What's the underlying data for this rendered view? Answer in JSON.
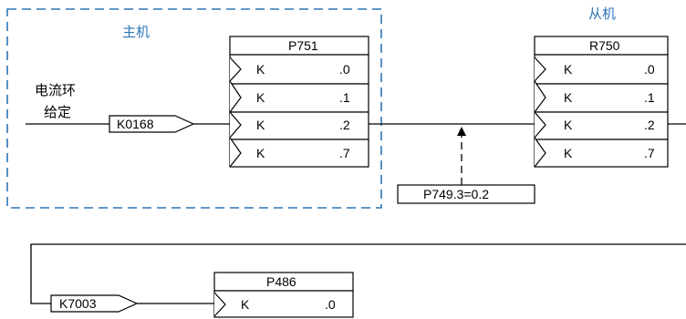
{
  "master": {
    "title": "主机",
    "color": "#2E75B6",
    "input_label_line1": "电流环",
    "input_label_line2": "给定",
    "connector": "K0168",
    "block": {
      "name": "P751",
      "rows": [
        {
          "left": "K",
          "right": ".0"
        },
        {
          "left": "K",
          "right": ".1"
        },
        {
          "left": "K",
          "right": ".2"
        },
        {
          "left": "K",
          "right": ".7"
        }
      ]
    }
  },
  "slave": {
    "title": "从机",
    "color": "#2E75B6",
    "block": {
      "name": "R750",
      "rows": [
        {
          "left": "K",
          "right": ".0"
        },
        {
          "left": "K",
          "right": ".1"
        },
        {
          "left": "K",
          "right": ".2"
        },
        {
          "left": "K",
          "right": ".7"
        }
      ]
    }
  },
  "parameter_box": "P749.3=0.2",
  "feedback": {
    "connector": "K7003",
    "block": {
      "name": "P486",
      "rows": [
        {
          "left": "K",
          "right": ".0"
        }
      ]
    }
  }
}
